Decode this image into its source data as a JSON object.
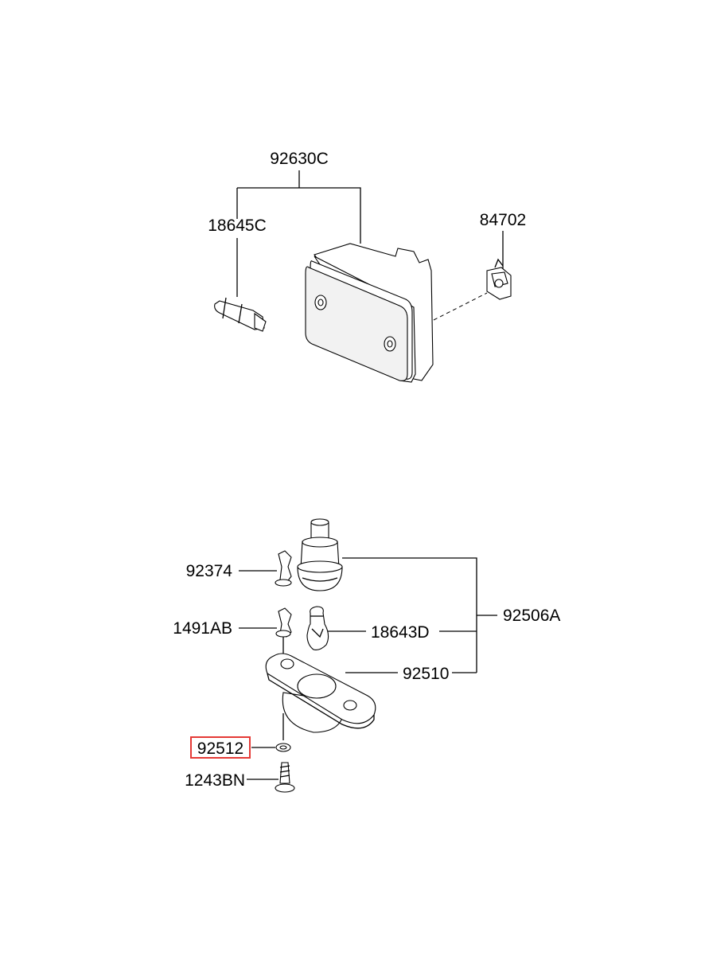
{
  "labels": {
    "p92630C": "92630C",
    "p18645C": "18645C",
    "p84702": "84702",
    "p92374": "92374",
    "p92506A": "92506A",
    "p1491AB": "1491AB",
    "p18643D": "18643D",
    "p92510": "92510",
    "p92512": "92512",
    "p1243BN": "1243BN"
  },
  "highlight": {
    "part": "92512",
    "color": "#e53935"
  }
}
